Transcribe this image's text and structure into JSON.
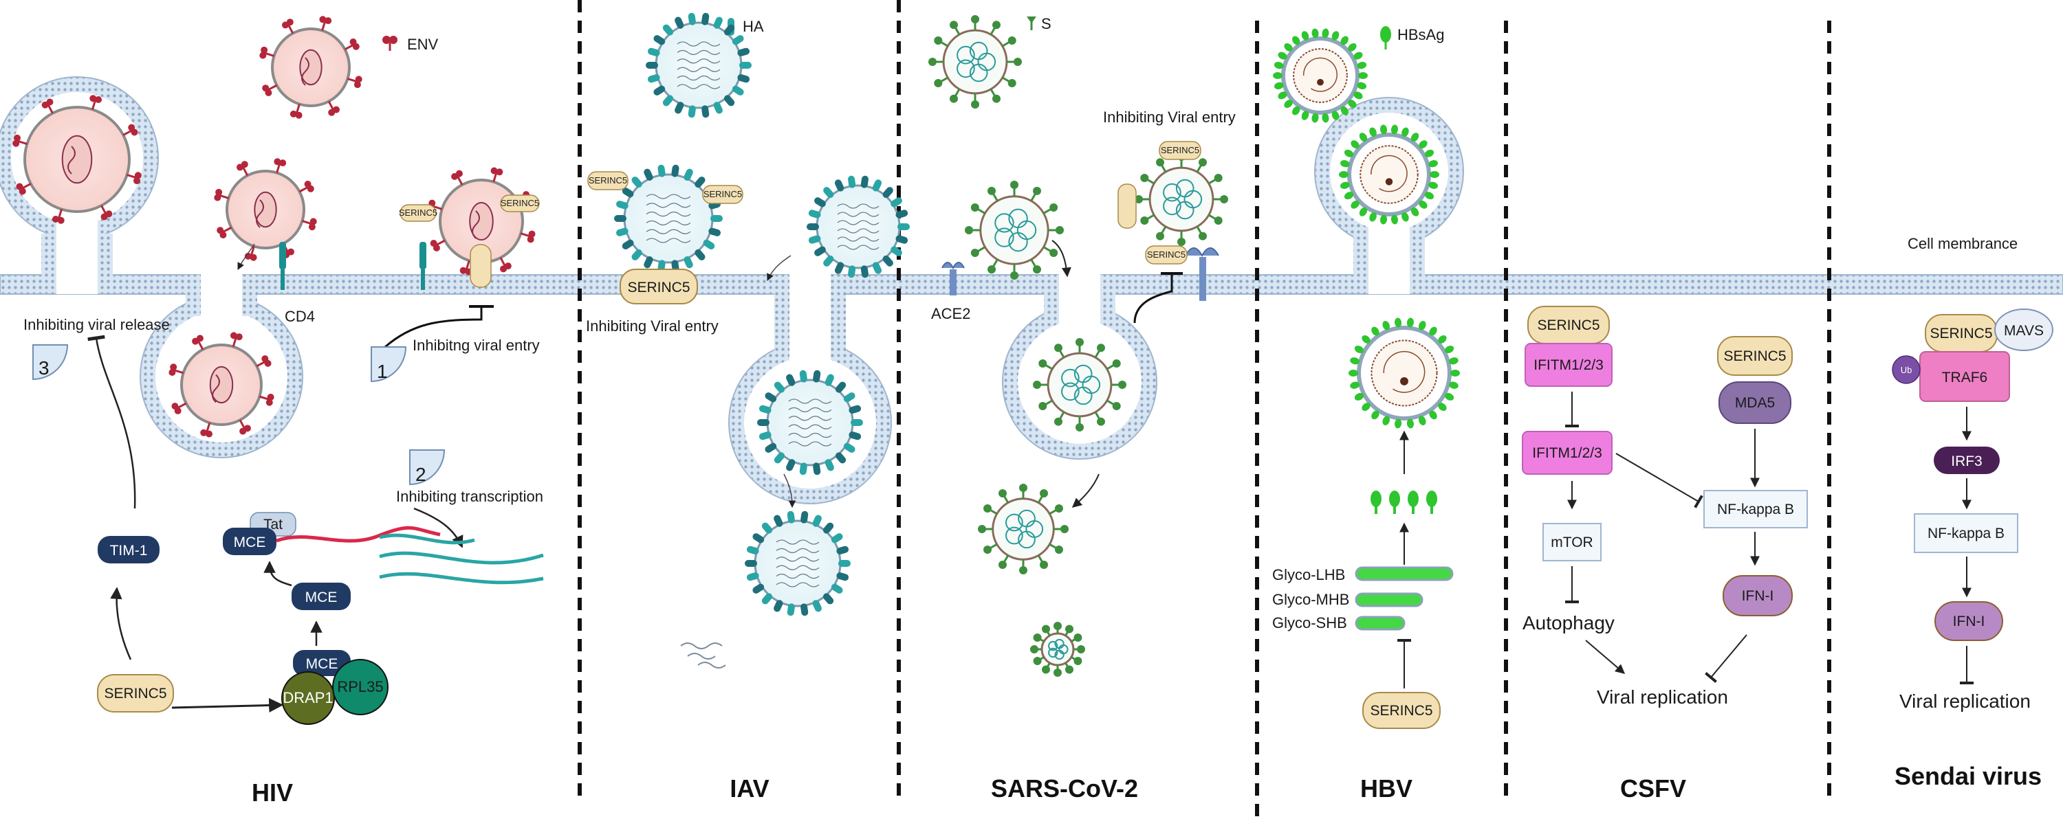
{
  "legend": {
    "env": "ENV",
    "ha": "HA",
    "s": "S",
    "hbsag": "HBsAg"
  },
  "cell_membrane": "Cell membrance",
  "hiv": {
    "title": "HIV",
    "release": "Inhibiting viral release",
    "entry": "Inhibitng viral entry",
    "transcription": "Inhibiting transcription",
    "step1": "1",
    "step2": "2",
    "step3": "3",
    "cd4": "CD4",
    "tim1": "TIM-1",
    "mce": "MCE",
    "tat": "Tat",
    "serinc5": "SERINC5",
    "drap1": "DRAP1",
    "rpl35": "RPL35"
  },
  "iav": {
    "title": "IAV",
    "entry": "Inhibiting Viral entry",
    "serinc5": "SERINC5"
  },
  "sars": {
    "title": "SARS-CoV-2",
    "entry": "Inhibiting Viral entry",
    "ace2": "ACE2",
    "serinc5": "SERINC5"
  },
  "hbv": {
    "title": "HBV",
    "lhb": "Glyco-LHB",
    "mhb": "Glyco-MHB",
    "shb": "Glyco-SHB",
    "serinc5": "SERINC5"
  },
  "csfv": {
    "title": "CSFV",
    "serinc5": "SERINC5",
    "ifitm": "IFITM1/2/3",
    "mtor": "mTOR",
    "autophagy": "Autophagy",
    "mda5": "MDA5",
    "nfkb": "NF-kappa B",
    "ifn": "IFN-I",
    "replication": "Viral replication"
  },
  "sendai": {
    "title": "Sendai virus",
    "serinc5": "SERINC5",
    "mavs": "MAVS",
    "ub": "Ub",
    "traf6": "TRAF6",
    "irf3": "IRF3",
    "nfkb": "NF-kappa B",
    "ifn": "IFN-I",
    "replication": "Viral replication"
  },
  "colors": {
    "env": "#b5263a",
    "ha": "#2aa5a5",
    "s": "#3e8e3e",
    "hbsag": "#2ec52e",
    "serinc5_fill": "#f3e1b5",
    "serinc5_stroke": "#a98a48",
    "membrane": "#b8cde4",
    "navy": "#203a63",
    "pink": "#ee7fe0",
    "purple": "#b78ac6"
  }
}
